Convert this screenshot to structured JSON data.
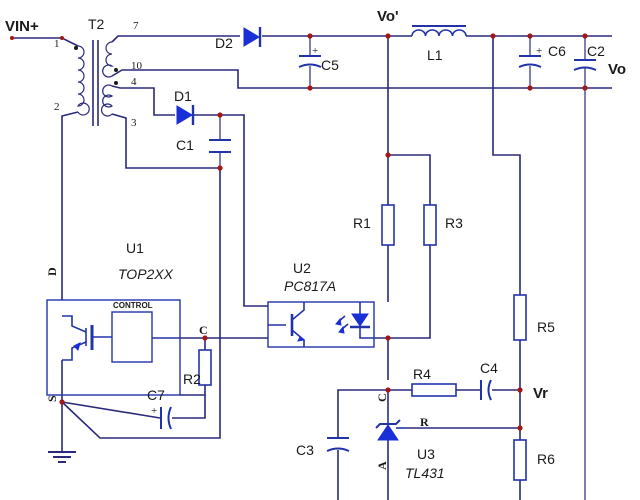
{
  "labels": {
    "vin": "VIN+",
    "vo_prime": "Vo'",
    "vo": "Vo",
    "vr": "Vr",
    "t2": "T2",
    "d1": "D1",
    "d2": "D2",
    "c1": "C1",
    "c2": "C2",
    "c3": "C3",
    "c4": "C4",
    "c5": "C5",
    "c6": "C6",
    "c7": "C7",
    "l1": "L1",
    "r1": "R1",
    "r2": "R2",
    "r3": "R3",
    "r4": "R4",
    "r5": "R5",
    "r6": "R6",
    "u1": "U1",
    "u1_part": "TOP2XX",
    "u1_control": "CONTROL",
    "u2": "U2",
    "u2_part": "PC817A",
    "u3": "U3",
    "u3_part": "TL431"
  },
  "pins": {
    "t2_1": "1",
    "t2_2": "2",
    "t2_3": "3",
    "t2_4": "4",
    "t2_7": "7",
    "t2_10": "10",
    "u1_d": "D",
    "u1_s": "S",
    "u1_c": "C",
    "u3_c": "C",
    "u3_r": "R",
    "u3_a": "A",
    "c5_plus": "+",
    "c6_plus": "+",
    "c7_plus": "+"
  }
}
